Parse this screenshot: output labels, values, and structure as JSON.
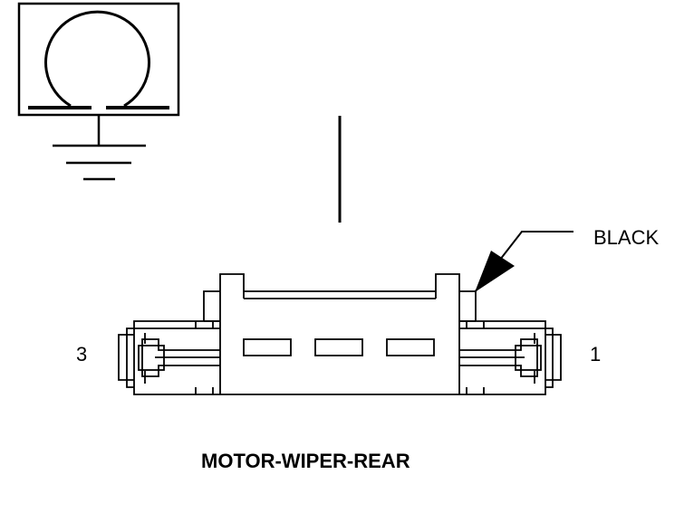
{
  "diagram": {
    "wire_color_label": "BLACK",
    "pin_labels": {
      "left": "3",
      "right": "1"
    },
    "connector_title": "MOTOR-WIPER-REAR"
  },
  "colors": {
    "line": "#000000",
    "background": "#ffffff"
  },
  "icons": {
    "symbol": "motor-ground-symbol-icon",
    "arrow": "wire-pointer-arrow-icon"
  }
}
